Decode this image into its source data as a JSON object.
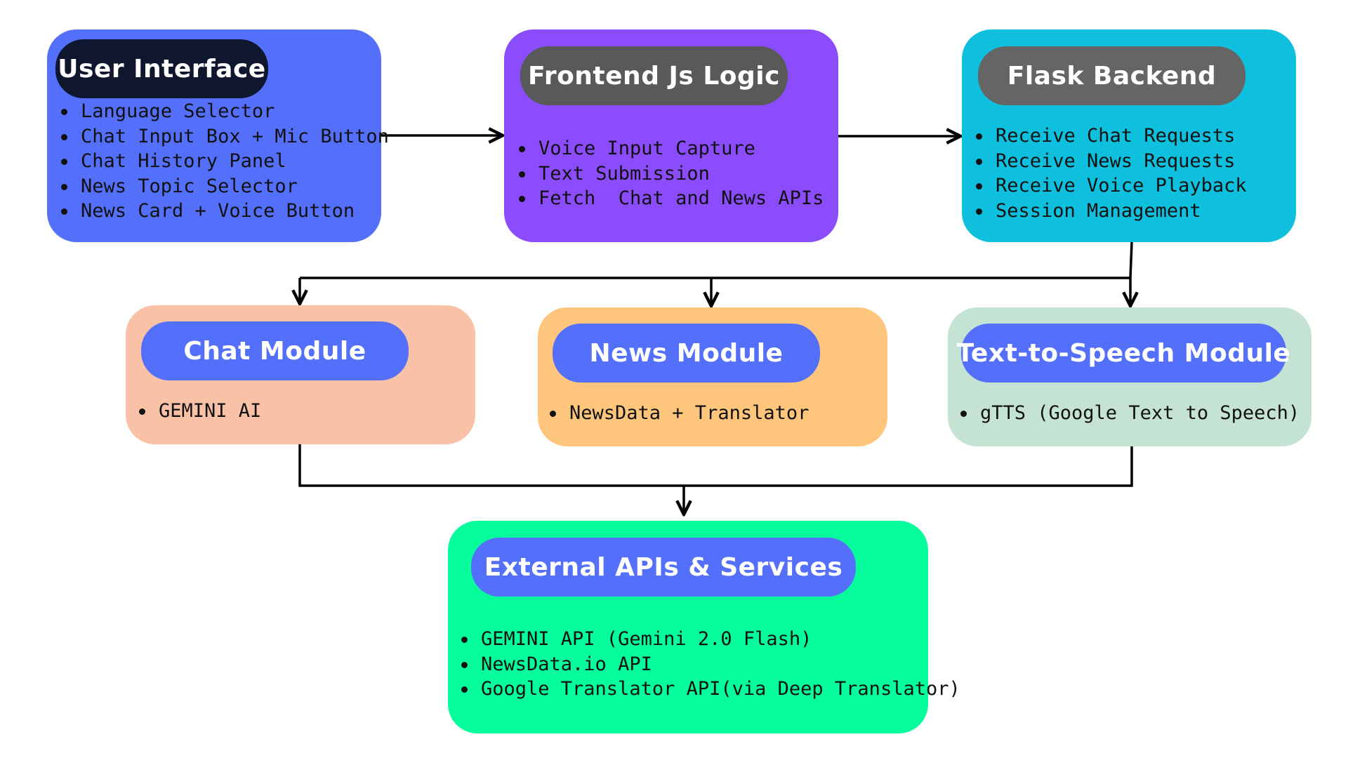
{
  "colors": {
    "user_interface_box": "#5470fb",
    "frontend_box": "#8b4dfb",
    "backend_box": "#0fc0de",
    "chat_box": "#f9c1a6",
    "news_box": "#fec67d",
    "tts_box": "#c4e3d3",
    "external_box": "#06fd9b",
    "dark_pill": "#0f172f",
    "gray_pill": "#595959",
    "blue_pill": "#5470fb",
    "arrow": "#000000"
  },
  "nodes": {
    "user_interface": {
      "title": "User Interface",
      "items": [
        "Language Selector",
        "Chat Input Box + Mic Button",
        "Chat History Panel",
        "News Topic Selector",
        "News Card + Voice Button"
      ]
    },
    "frontend": {
      "title": "Frontend Js Logic",
      "items": [
        "Voice Input Capture",
        "Text Submission",
        "Fetch  Chat and News APIs"
      ]
    },
    "backend": {
      "title": "Flask Backend",
      "items": [
        "Receive Chat Requests",
        "Receive News Requests",
        "Receive Voice Playback",
        "Session Management"
      ]
    },
    "chat": {
      "title": "Chat Module",
      "items": [
        "GEMINI AI"
      ]
    },
    "news": {
      "title": "News Module",
      "items": [
        "NewsData + Translator"
      ]
    },
    "tts": {
      "title": "Text-to-Speech Module",
      "items": [
        "gTTS (Google Text to Speech)"
      ]
    },
    "external": {
      "title": "External APIs & Services",
      "items": [
        "GEMINI API (Gemini 2.0 Flash)",
        "NewsData.io API",
        "Google Translator API(via Deep Translator)"
      ]
    }
  },
  "edges": [
    {
      "from": "user_interface",
      "to": "frontend"
    },
    {
      "from": "frontend",
      "to": "backend"
    },
    {
      "from": "backend",
      "to": "chat"
    },
    {
      "from": "backend",
      "to": "news"
    },
    {
      "from": "backend",
      "to": "tts"
    },
    {
      "from": "chat",
      "to": "external"
    },
    {
      "from": "tts",
      "to": "external"
    }
  ]
}
